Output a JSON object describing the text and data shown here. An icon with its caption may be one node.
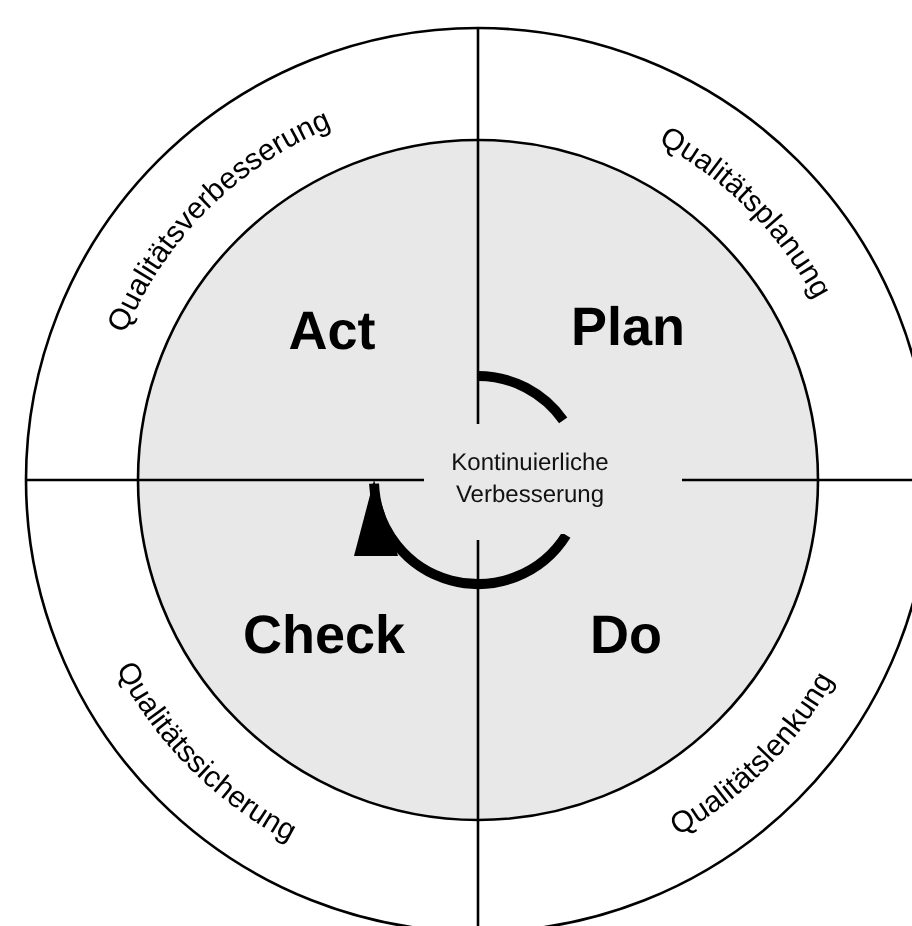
{
  "diagram": {
    "nodes": [
      {
        "text": [
          "Kontinuierliche Verbesserung"
        ]
      }
    ],
    "labels": [
      "Qualitätsverbesserung",
      "Qualitätsplanung",
      "Act",
      "Plan",
      "Check",
      "Do",
      "Qualitätssicherung",
      "Qualitätslenkung"
    ]
  }
}
